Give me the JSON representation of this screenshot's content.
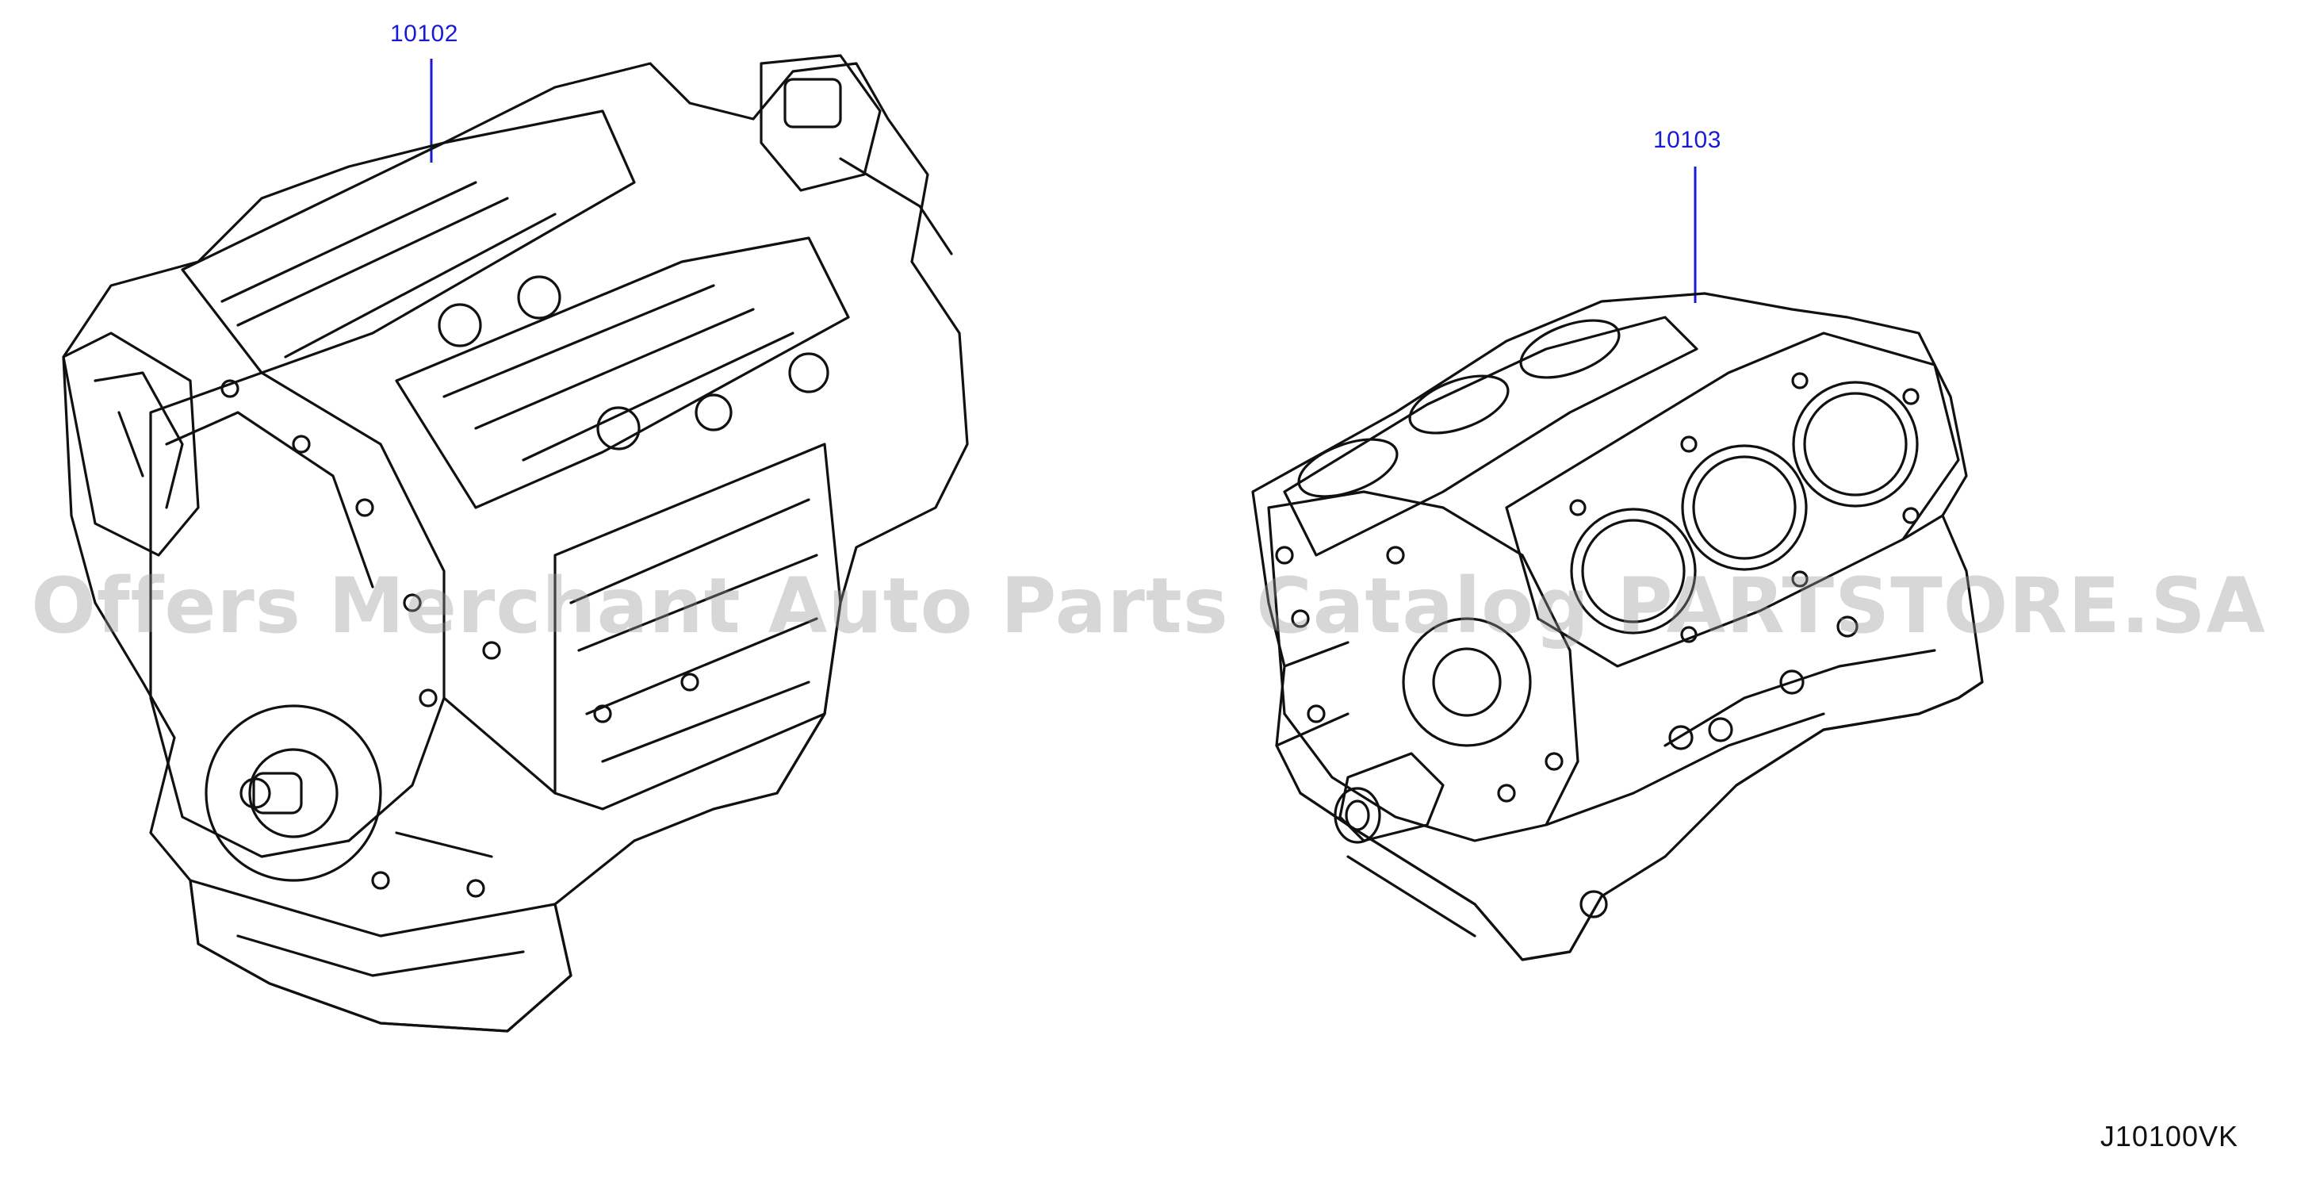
{
  "callouts": [
    {
      "id": "10102",
      "label": "10102"
    },
    {
      "id": "10103",
      "label": "10103"
    }
  ],
  "diagram_code": "J10100VK",
  "watermark": "Offers Merchant Auto Parts Catalog PARTSTORE.SA",
  "colors": {
    "callout": "#1a1ad6",
    "line_art": "#111111",
    "watermark": "#969696"
  }
}
